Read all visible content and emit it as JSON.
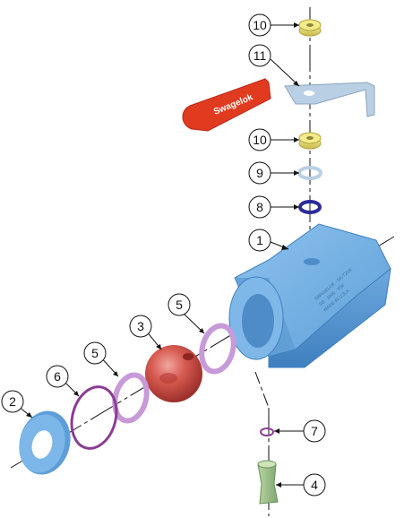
{
  "diagram": {
    "callouts": [
      {
        "id": "c10a",
        "label": "10"
      },
      {
        "id": "c11",
        "label": "11"
      },
      {
        "id": "c10b",
        "label": "10"
      },
      {
        "id": "c9",
        "label": "9"
      },
      {
        "id": "c8",
        "label": "8"
      },
      {
        "id": "c1",
        "label": "1"
      },
      {
        "id": "c5a",
        "label": "5"
      },
      {
        "id": "c3",
        "label": "3"
      },
      {
        "id": "c5b",
        "label": "5"
      },
      {
        "id": "c6",
        "label": "6"
      },
      {
        "id": "c2",
        "label": "2"
      },
      {
        "id": "c7",
        "label": "7"
      },
      {
        "id": "c4",
        "label": "4"
      }
    ],
    "handle_brand": "Swagelok",
    "body_marking": [
      "SWAGELOK · 6A-T20S",
      "SS · 3000 · PSI",
      "MADE IN U.S.A."
    ],
    "colors": {
      "body": "#6aa9e0",
      "ball": "#cf4b43",
      "handle": "#e03a1f",
      "seat": "#c79ad8",
      "oring": "#8a3d92",
      "nut": "#ece06a",
      "stop_plate": "#b9cfe3",
      "gland": "#2a2a9a"
    }
  }
}
